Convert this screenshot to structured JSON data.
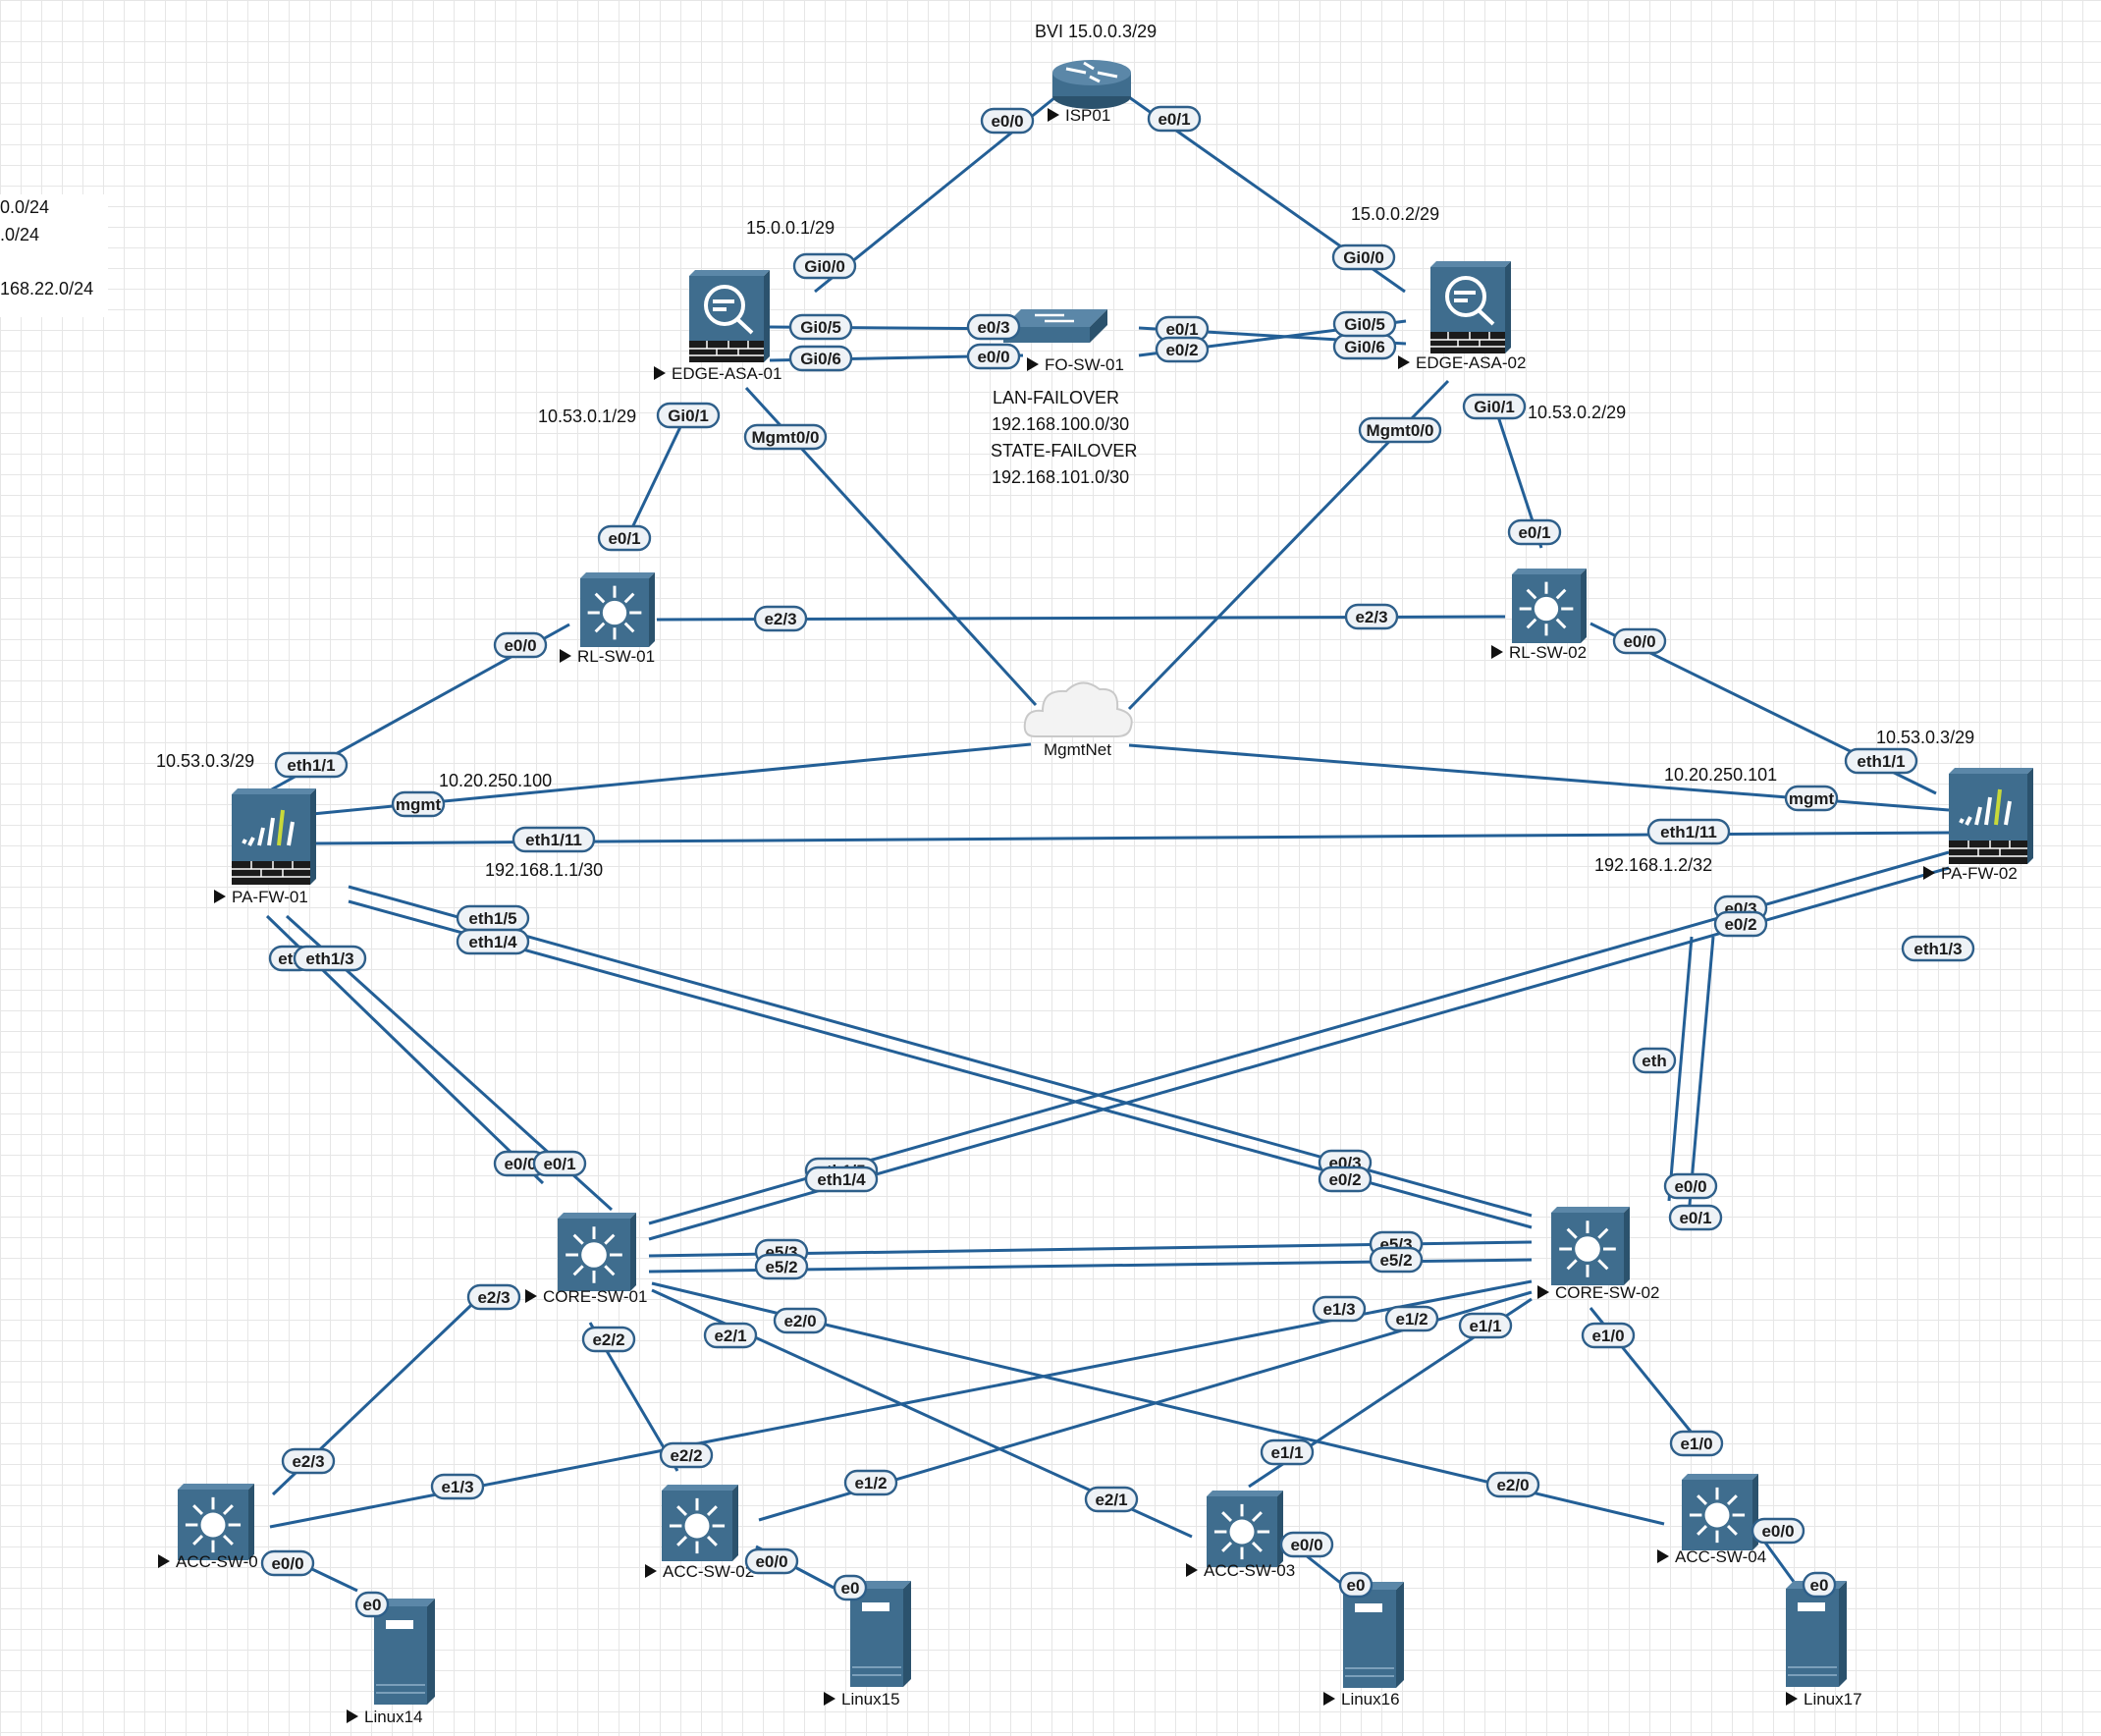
{
  "notes": [
    "0.0/24",
    ".0/24",
    "168.22.0/24"
  ],
  "colors": {
    "link": "#235f96",
    "device": "#3f6d8e",
    "device_dark": "#2b526d",
    "pill_fill": "#eef2f6"
  },
  "nodes": [
    {
      "id": "ISP01",
      "label": "ISP01",
      "icon": "router-icon"
    },
    {
      "id": "EDGE-ASA-01",
      "label": "EDGE-ASA-01",
      "icon": "asa-firewall-icon"
    },
    {
      "id": "EDGE-ASA-02",
      "label": "EDGE-ASA-02",
      "icon": "asa-firewall-icon"
    },
    {
      "id": "FO-SW-01",
      "label": "FO-SW-01",
      "icon": "switch-icon"
    },
    {
      "id": "RL-SW-01",
      "label": "RL-SW-01",
      "icon": "l3-switch-icon"
    },
    {
      "id": "RL-SW-02",
      "label": "RL-SW-02",
      "icon": "l3-switch-icon"
    },
    {
      "id": "MgmtNet",
      "label": "MgmtNet",
      "icon": "cloud-icon"
    },
    {
      "id": "PA-FW-01",
      "label": "PA-FW-01",
      "icon": "paloalto-firewall-icon"
    },
    {
      "id": "PA-FW-02",
      "label": "PA-FW-02",
      "icon": "paloalto-firewall-icon"
    },
    {
      "id": "CORE-SW-01",
      "label": "CORE-SW-01",
      "icon": "l3-switch-icon"
    },
    {
      "id": "CORE-SW-02",
      "label": "CORE-SW-02",
      "icon": "l3-switch-icon"
    },
    {
      "id": "ACC-SW-01",
      "label": "ACC-SW-0",
      "icon": "l3-switch-icon"
    },
    {
      "id": "ACC-SW-02",
      "label": "ACC-SW-02",
      "icon": "l3-switch-icon"
    },
    {
      "id": "ACC-SW-03",
      "label": "ACC-SW-03",
      "icon": "l3-switch-icon"
    },
    {
      "id": "ACC-SW-04",
      "label": "ACC-SW-04",
      "icon": "l3-switch-icon"
    },
    {
      "id": "Linux14",
      "label": "Linux14",
      "icon": "server-icon"
    },
    {
      "id": "Linux15",
      "label": "Linux15",
      "icon": "server-icon"
    },
    {
      "id": "Linux16",
      "label": "Linux16",
      "icon": "server-icon"
    },
    {
      "id": "Linux17",
      "label": "Linux17",
      "icon": "server-icon"
    }
  ],
  "links": [
    {
      "a": "ISP01",
      "ap": "e0/0",
      "b": "EDGE-ASA-01",
      "bp": "Gi0/0"
    },
    {
      "a": "ISP01",
      "ap": "e0/1",
      "b": "EDGE-ASA-02",
      "bp": "Gi0/0"
    },
    {
      "a": "EDGE-ASA-01",
      "ap": "Gi0/5",
      "b": "FO-SW-01",
      "bp": "e0/3"
    },
    {
      "a": "EDGE-ASA-01",
      "ap": "Gi0/6",
      "b": "FO-SW-01",
      "bp": "e0/0"
    },
    {
      "a": "FO-SW-01",
      "ap": "e0/1",
      "b": "EDGE-ASA-02",
      "bp": "Gi0/6"
    },
    {
      "a": "FO-SW-01",
      "ap": "e0/2",
      "b": "EDGE-ASA-02",
      "bp": "Gi0/5"
    },
    {
      "a": "EDGE-ASA-01",
      "ap": "Gi0/1",
      "b": "RL-SW-01",
      "bp": "e0/1"
    },
    {
      "a": "EDGE-ASA-01",
      "ap": "Mgmt0/0",
      "b": "MgmtNet",
      "bp": ""
    },
    {
      "a": "EDGE-ASA-02",
      "ap": "Mgmt0/0",
      "b": "MgmtNet",
      "bp": ""
    },
    {
      "a": "EDGE-ASA-02",
      "ap": "Gi0/1",
      "b": "RL-SW-02",
      "bp": "e0/1"
    },
    {
      "a": "RL-SW-01",
      "ap": "e2/3",
      "b": "RL-SW-02",
      "bp": "e2/3"
    },
    {
      "a": "RL-SW-01",
      "ap": "e0/0",
      "b": "PA-FW-01",
      "bp": "eth1/1"
    },
    {
      "a": "RL-SW-02",
      "ap": "e0/0",
      "b": "PA-FW-02",
      "bp": "eth1/1"
    },
    {
      "a": "PA-FW-01",
      "ap": "mgmt",
      "b": "MgmtNet",
      "bp": ""
    },
    {
      "a": "PA-FW-02",
      "ap": "mgmt",
      "b": "MgmtNet",
      "bp": ""
    },
    {
      "a": "PA-FW-01",
      "ap": "eth1/11",
      "b": "PA-FW-02",
      "bp": "eth1/11"
    },
    {
      "a": "PA-FW-01",
      "ap": "eth1/5",
      "b": "CORE-SW-02",
      "bp": "e0/3"
    },
    {
      "a": "PA-FW-01",
      "ap": "eth1/4",
      "b": "CORE-SW-02",
      "bp": "e0/2"
    },
    {
      "a": "PA-FW-01",
      "ap": "eth",
      "b": "CORE-SW-01",
      "bp": "e0/0"
    },
    {
      "a": "PA-FW-01",
      "ap": "eth1/3",
      "b": "CORE-SW-01",
      "bp": "e0/1"
    },
    {
      "a": "PA-FW-02",
      "ap": "eth1/5",
      "b": "CORE-SW-01",
      "bp": "e0/3"
    },
    {
      "a": "PA-FW-02",
      "ap": "eth1/4",
      "b": "CORE-SW-01",
      "bp": "e0/2"
    },
    {
      "a": "PA-FW-02",
      "ap": "eth",
      "b": "CORE-SW-02",
      "bp": "e0/0"
    },
    {
      "a": "PA-FW-02",
      "ap": "eth1/3",
      "b": "CORE-SW-02",
      "bp": "e0/1"
    },
    {
      "a": "CORE-SW-01",
      "ap": "e5/3",
      "b": "CORE-SW-02",
      "bp": "e5/3"
    },
    {
      "a": "CORE-SW-01",
      "ap": "e5/2",
      "b": "CORE-SW-02",
      "bp": "e5/2"
    },
    {
      "a": "CORE-SW-01",
      "ap": "e2/3",
      "b": "ACC-SW-01",
      "bp": "e2/3"
    },
    {
      "a": "CORE-SW-01",
      "ap": "e2/2",
      "b": "ACC-SW-02",
      "bp": "e2/2"
    },
    {
      "a": "CORE-SW-01",
      "ap": "e2/1",
      "b": "ACC-SW-03",
      "bp": "e2/1"
    },
    {
      "a": "CORE-SW-01",
      "ap": "e2/0",
      "b": "ACC-SW-04",
      "bp": "e2/0"
    },
    {
      "a": "CORE-SW-02",
      "ap": "e1/3",
      "b": "ACC-SW-01",
      "bp": "e1/3"
    },
    {
      "a": "CORE-SW-02",
      "ap": "e1/2",
      "b": "ACC-SW-02",
      "bp": "e1/2"
    },
    {
      "a": "CORE-SW-02",
      "ap": "e1/1",
      "b": "ACC-SW-03",
      "bp": "e1/1"
    },
    {
      "a": "CORE-SW-02",
      "ap": "e1/0",
      "b": "ACC-SW-04",
      "bp": "e1/0"
    },
    {
      "a": "ACC-SW-01",
      "ap": "e0/0",
      "b": "Linux14",
      "bp": "e0"
    },
    {
      "a": "ACC-SW-02",
      "ap": "e0/0",
      "b": "Linux15",
      "bp": "e0"
    },
    {
      "a": "ACC-SW-03",
      "ap": "e0/0",
      "b": "Linux16",
      "bp": "e0"
    },
    {
      "a": "ACC-SW-04",
      "ap": "e0/0",
      "b": "Linux17",
      "bp": "e0"
    }
  ],
  "annotations": [
    "BVI 15.0.0.3/29",
    "15.0.0.1/29",
    "15.0.0.2/29",
    "10.53.0.1/29",
    "10.53.0.2/29",
    "LAN-FAILOVER",
    "192.168.100.0/30",
    "STATE-FAILOVER",
    "192.168.101.0/30",
    "10.53.0.3/29",
    "10.53.0.3/29",
    "10.20.250.100",
    "10.20.250.101",
    "192.168.1.1/30",
    "192.168.1.2/32"
  ]
}
